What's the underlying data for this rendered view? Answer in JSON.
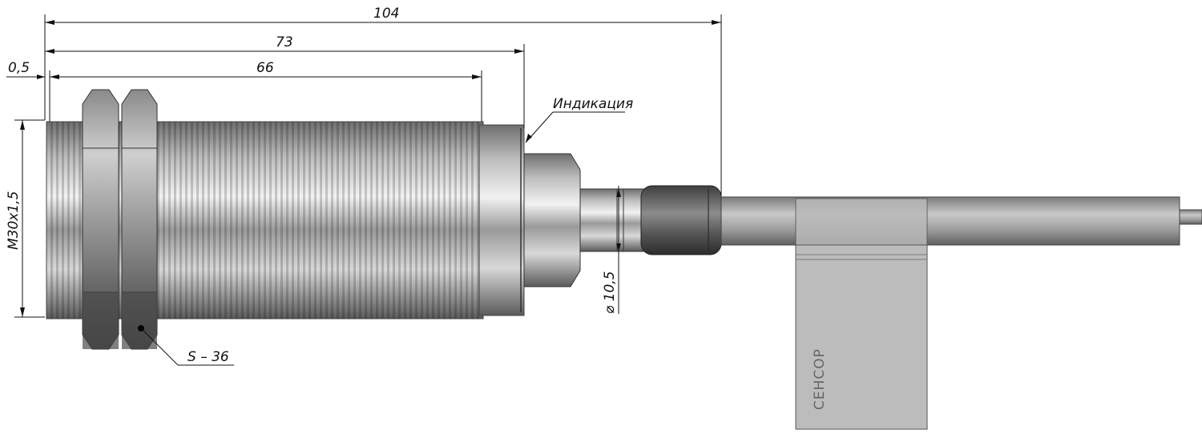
{
  "dimensions": {
    "overall_length": "104",
    "body_length": "73",
    "thread_length": "66",
    "front_offset": "0,5",
    "thread_size": "M30x1,5",
    "cable_diameter": "⌀ 10,5"
  },
  "callouts": {
    "indication": "Индикация",
    "wrench_size": "S – 36"
  },
  "label": {
    "brand": "СЕНСОР"
  },
  "colors": {
    "metal_light": "#e8e8e8",
    "metal_mid": "#a0a0a0",
    "metal_dark": "#4a4a4a",
    "label_gray": "#bdbdbd"
  }
}
